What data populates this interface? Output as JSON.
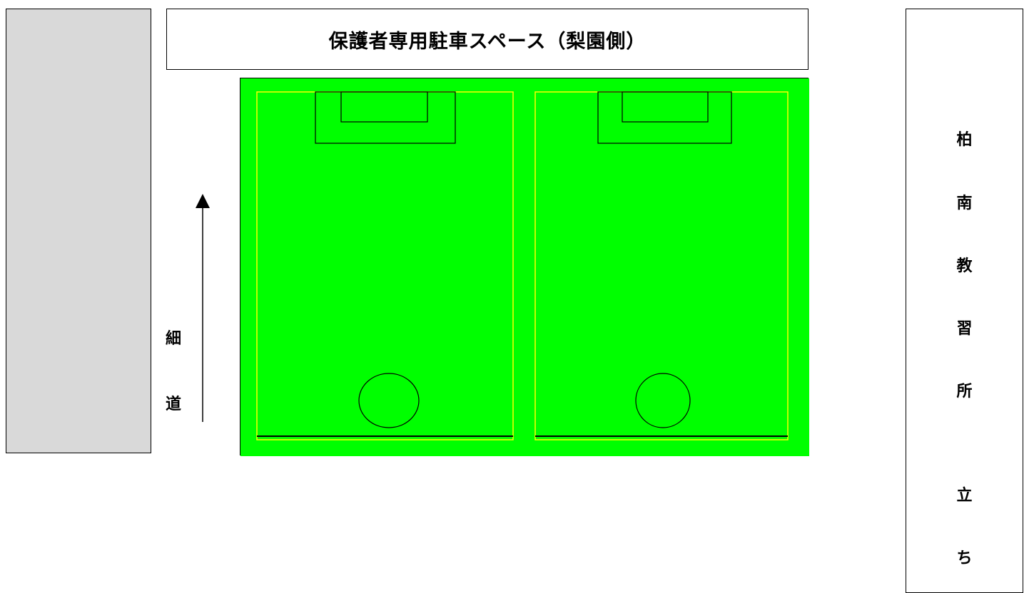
{
  "parking": {
    "label": "保護者専用駐車スペース（梨園側）"
  },
  "road": {
    "chars": [
      "細",
      "道"
    ]
  },
  "building": {
    "chars": [
      "柏",
      "南",
      "教",
      "習",
      "所",
      "立",
      "ち"
    ]
  },
  "colors": {
    "field": "#00ff00",
    "field_lines": "#ffff00",
    "gray_area": "#d9d9d9"
  },
  "icons": {
    "road_arrow": "arrow-up-icon"
  }
}
